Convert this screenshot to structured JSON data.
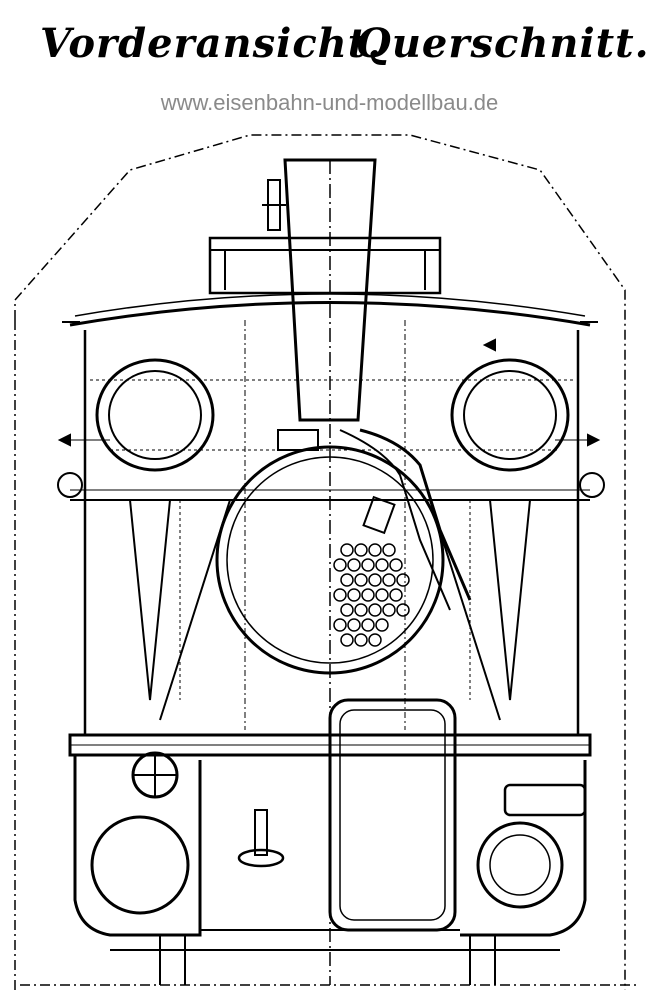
{
  "header": {
    "title_left": "Vorderansicht.",
    "title_right": "Querschnitt."
  },
  "watermark": {
    "text": "www.eisenbahn-und-modellbau.de"
  },
  "colors": {
    "ink": "#000000",
    "watermark": "#8a8a8a",
    "paper": "#ffffff"
  }
}
